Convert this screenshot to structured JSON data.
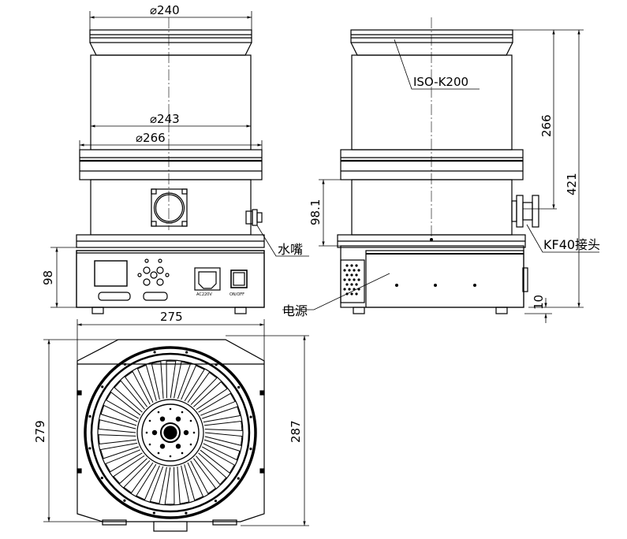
{
  "front_view": {
    "dim_top_flange": "⌀240",
    "dim_body": "⌀243",
    "dim_base_flange": "⌀266",
    "dim_controller_height": "98",
    "label_water_nozzle": "水嘴",
    "panel": {
      "power_label": "AC220V",
      "switch_label": "ON/OFF"
    }
  },
  "side_view": {
    "label_iso_flange": "ISO-K200",
    "dim_upper_height": "266",
    "dim_total_height": "421",
    "dim_port_height": "98.1",
    "label_kf_port": "KF40接头",
    "dim_feet": "10",
    "label_power": "电源"
  },
  "bottom_view": {
    "dim_width": "275",
    "dim_left_height": "279",
    "dim_right_height": "287"
  },
  "colors": {
    "line": "#000000",
    "centerline": "#000000",
    "background": "#ffffff"
  }
}
